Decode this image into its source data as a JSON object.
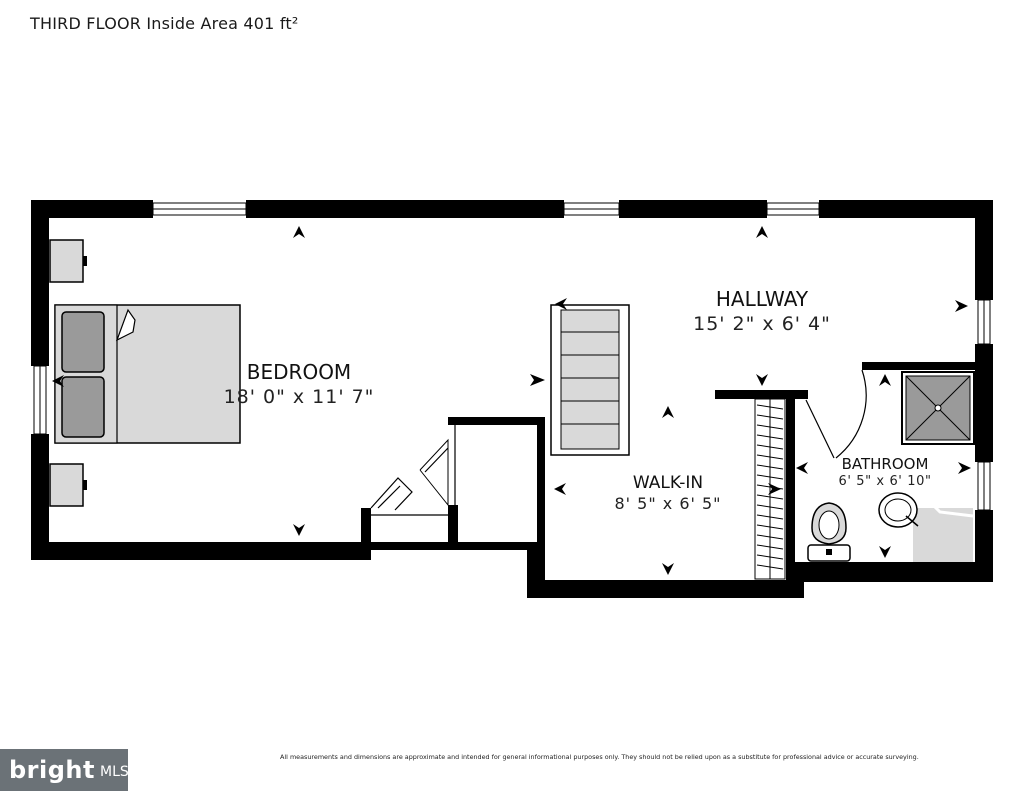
{
  "header": {
    "title": "THIRD FLOOR Inside Area 401 ft²"
  },
  "rooms": {
    "bedroom": {
      "name": "BEDROOM",
      "dims": "18' 0\" x 11' 7\""
    },
    "hallway": {
      "name": "HALLWAY",
      "dims": "15' 2\" x 6' 4\""
    },
    "walkin": {
      "name": "WALK-IN",
      "dims": "8' 5\" x 6' 5\""
    },
    "bathroom": {
      "name": "BATHROOM",
      "dims": "6' 5\" x 6' 10\""
    }
  },
  "footer": {
    "disclaimer": "All measurements and dimensions are approximate and intended for general informational purposes only. They should not be relied upon as a substitute for professional advice or accurate surveying.",
    "logo_word": "bright",
    "logo_suffix": "MLS"
  },
  "colors": {
    "wall": "#000000",
    "fixture": "#d9d9d9",
    "fixture_dark": "#9a9a9a",
    "logo_bg": "#6b7277"
  }
}
